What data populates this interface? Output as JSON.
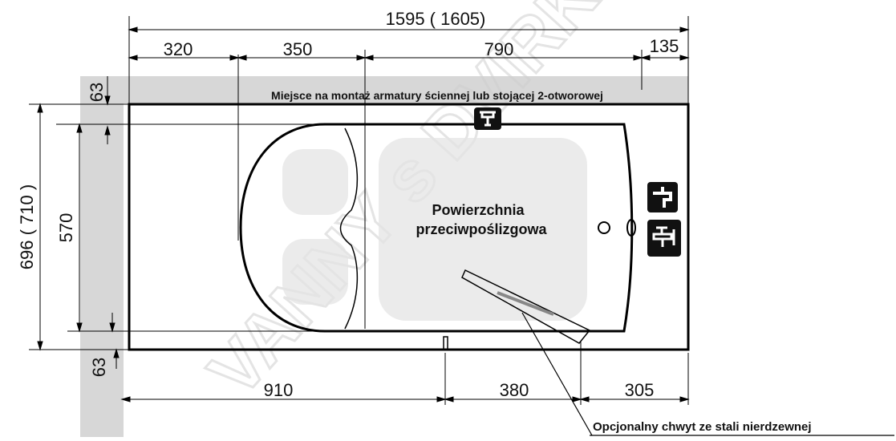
{
  "dimensions": {
    "overall_length": "1595 ( 1605)",
    "top_segments": [
      "320",
      "350",
      "790",
      "135"
    ],
    "overall_width": "696 ( 710 )",
    "inner_width": "570",
    "side_offset_top": "63",
    "side_offset_bottom": "63",
    "bottom_segments": [
      "910",
      "380",
      "305"
    ]
  },
  "labels": {
    "mounting_area": "Miejsce na montaż armatury ściennej lub stojącej  2-otworowej",
    "surface_line1": "Powierzchnia",
    "surface_line2": "przeciwpoślizgowa",
    "grab_handle": "Opcjonalny chwyt ze stali nierdzewnej"
  },
  "watermark": "VANNY s DVIRKY.EU",
  "icons": [
    "wall-mixer-icon",
    "bath-spout-icon",
    "standing-mixer-icon"
  ]
}
